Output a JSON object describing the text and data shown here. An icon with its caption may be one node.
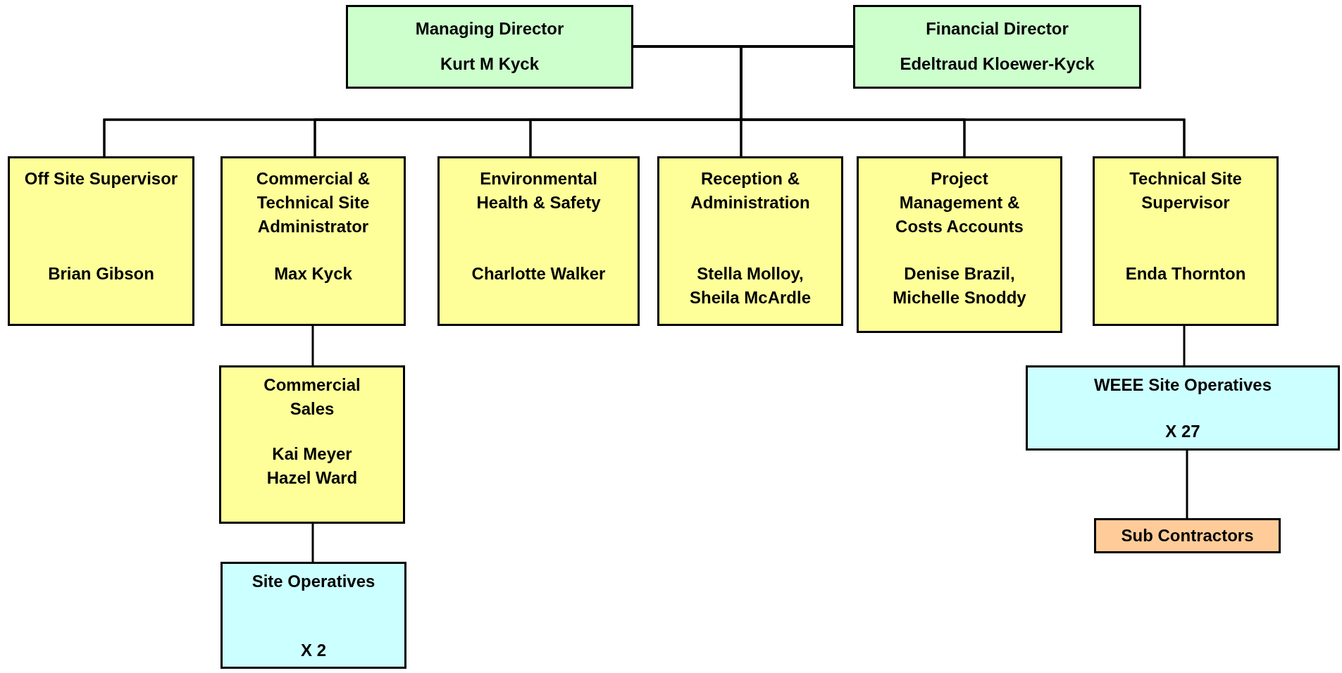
{
  "diagram": {
    "nodes": [
      {
        "text": [
          "Managing Director",
          "Kurt M Kyck"
        ]
      },
      {
        "text": [
          "Financial Director",
          "Edeltraud Kloewer-Kyck"
        ]
      },
      {
        "text": [
          "Off Site Supervisor",
          "Brian Gibson"
        ]
      },
      {
        "text": [
          "Commercial & Technical Site Administrator",
          "Max Kyck"
        ]
      },
      {
        "text": [
          "Environmental Health & Safety",
          "Charlotte Walker"
        ]
      },
      {
        "text": [
          "Reception & Administration",
          "Stella Molloy, Sheila McArdle"
        ]
      },
      {
        "text": [
          "Project Management & Costs Accounts",
          "Denise Brazil, Michelle Snoddy"
        ]
      },
      {
        "text": [
          "Technical Site Supervisor",
          "Enda Thornton"
        ]
      },
      {
        "text": [
          "Commercial Sales",
          "Kai Meyer Hazel Ward"
        ]
      },
      {
        "text": [
          "Site Operatives",
          "X 2"
        ]
      },
      {
        "text": [
          "WEEE Site Operatives",
          "X 27"
        ]
      },
      {
        "text": [
          "Sub Contractors"
        ]
      }
    ],
    "edges": [
      {
        "from": 0,
        "to": 2,
        "arrow": "none"
      },
      {
        "from": 0,
        "to": 3,
        "arrow": "none"
      },
      {
        "from": 0,
        "to": 4,
        "arrow": "none"
      },
      {
        "from": 0,
        "to": 5,
        "arrow": "none"
      },
      {
        "from": 0,
        "to": 6,
        "arrow": "none"
      },
      {
        "from": 0,
        "to": 7,
        "arrow": "none"
      },
      {
        "from": 1,
        "to": 2,
        "arrow": "none"
      },
      {
        "from": 1,
        "to": 3,
        "arrow": "none"
      },
      {
        "from": 1,
        "to": 4,
        "arrow": "none"
      },
      {
        "from": 1,
        "to": 5,
        "arrow": "none"
      },
      {
        "from": 1,
        "to": 6,
        "arrow": "none"
      },
      {
        "from": 1,
        "to": 7,
        "arrow": "none"
      },
      {
        "from": 3,
        "to": 8,
        "arrow": "none"
      },
      {
        "from": 8,
        "to": 9,
        "arrow": "none"
      },
      {
        "from": 7,
        "to": 10,
        "arrow": "none"
      },
      {
        "from": 10,
        "to": 11,
        "arrow": "none"
      }
    ]
  }
}
